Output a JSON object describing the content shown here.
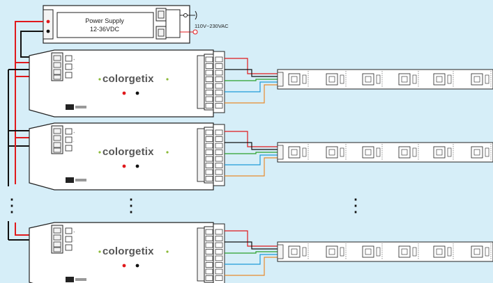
{
  "power_supply": {
    "title": "Power Supply",
    "voltage_range": "12-36VDC",
    "mains_input": "110V~230VAC",
    "polarity_plus": "+",
    "polarity_minus": "-"
  },
  "controller": {
    "brand_prefix": "colorgetix",
    "count_shown": 3
  },
  "colors": {
    "background": "#d6eef8",
    "wire_dc_positive": "#e0191c",
    "wire_dc_negative": "#111111",
    "wire_red": "#e0191c",
    "wire_green": "#2aa02a",
    "wire_blue": "#1f9ad8",
    "wire_orange": "#e88a2d",
    "brand_green": "#8ab936",
    "brand_gray": "#555555",
    "led_red": "#e0191c"
  },
  "ellipsis_glyph": "⋮"
}
